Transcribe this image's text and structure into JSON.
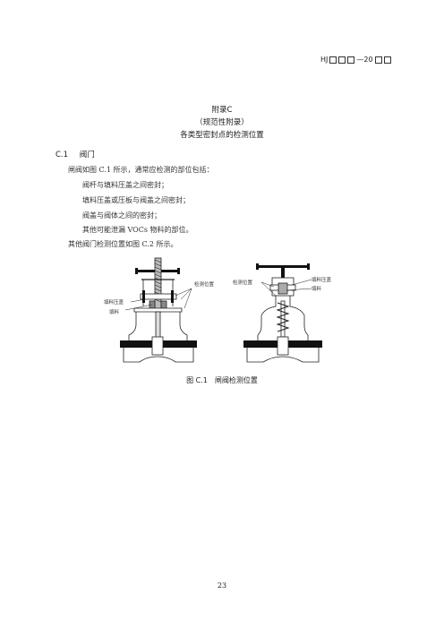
{
  "header": {
    "code_prefix": "HJ",
    "dash_year": "—20"
  },
  "appendix": {
    "title": "附录C",
    "nature": "（规范性附录）",
    "subtitle": "各类型密封点的检测位置"
  },
  "section": {
    "number": "C.1",
    "title": "阀门"
  },
  "paragraphs": {
    "intro": "闸阀如图 C.1 所示，通常应检测的部位包括：",
    "items": [
      "阀杆与填料压盖之间密封；",
      "填料压盖或压板与阀盖之间密封；",
      "阀盖与阀体之间的密封；",
      "其他可能泄漏 VOCs 物料的部位。"
    ],
    "other": "其他阀门检测位置如图 C.2 所示。"
  },
  "figure": {
    "left_labels": {
      "detect": "检测位置",
      "gland": "填料压盖",
      "packing": "填料"
    },
    "right_labels": {
      "detect": "检测位置",
      "gland": "填料压盖",
      "packing": "填料"
    },
    "caption": "图 C.1　闸阀检测位置"
  },
  "page_number": "23"
}
